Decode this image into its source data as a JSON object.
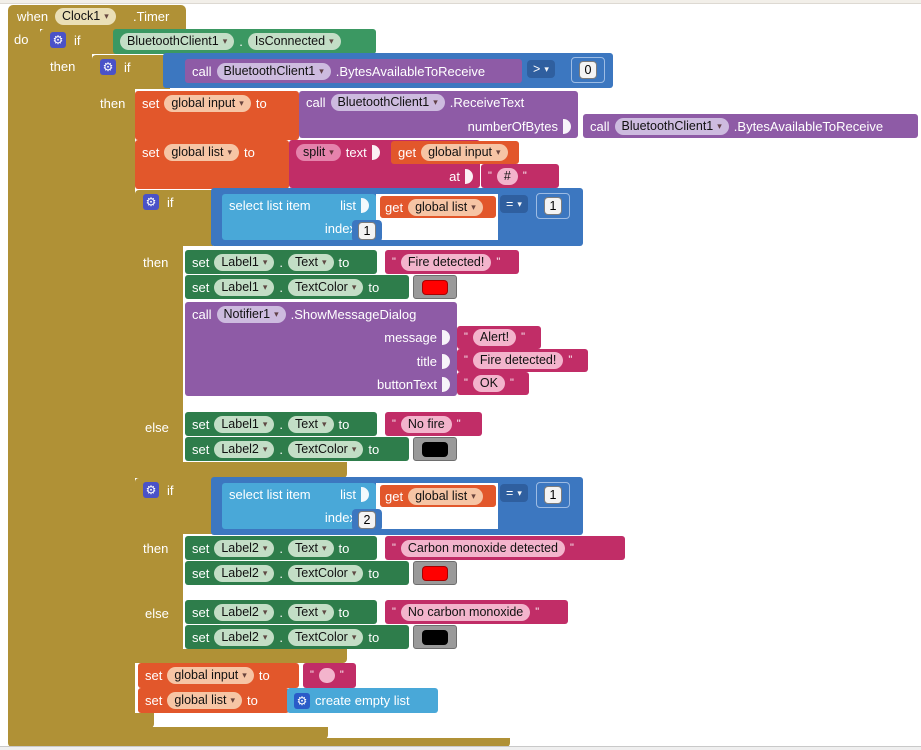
{
  "keywords": {
    "when": "when",
    "do": "do",
    "if": "if",
    "then": "then",
    "else": "else",
    "set": "set",
    "to": "to",
    "call": "call",
    "get": "get",
    "split": "split",
    "text": "text",
    "at": "at",
    "select_list_item": "select list item",
    "list": "list",
    "index": "index",
    "message": "message",
    "title": "title",
    "buttonText": "buttonText",
    "numberOfBytes": "numberOfBytes",
    "create_empty_list": "create empty list",
    "quote": "\"",
    "dot": "."
  },
  "icons": {
    "gear": "⚙",
    "dropdown": "▾"
  },
  "components": {
    "clock": "Clock1",
    "bluetooth": "BluetoothClient1",
    "notifier": "Notifier1",
    "label1": "Label1",
    "label2": "Label2"
  },
  "events": {
    "timer": ".Timer"
  },
  "methods": {
    "receive_text": ".ReceiveText",
    "bytes_available": ".BytesAvailableToReceive",
    "show_message_dialog": ".ShowMessageDialog"
  },
  "properties": {
    "is_connected": "IsConnected",
    "text": "Text",
    "text_color": "TextColor"
  },
  "variables": {
    "input": "global input",
    "list": "global list"
  },
  "operators": {
    "gt": ">",
    "eq": "="
  },
  "numbers": {
    "zero": "0",
    "one": "1",
    "two": "2"
  },
  "strings": {
    "hash": "#",
    "fire": "Fire detected!",
    "no_fire": "No fire",
    "co": "Carbon monoxide detected",
    "no_co": "No carbon monoxide",
    "alert": "Alert!",
    "ok": "OK",
    "empty": ""
  },
  "colors": {
    "control_gold": "#B09136",
    "variables_orange": "#E2572B",
    "text_magenta": "#C12D67",
    "math_blue": "#3C77C0",
    "lists_blue": "#49A8D8",
    "setter_green": "#2E7D4B",
    "getter_green": "#3B9862",
    "call_purple": "#8E5BA6",
    "color_block_gray": "#9A9A9A",
    "swatch_red": "#FF0000",
    "swatch_black": "#000000",
    "gear_blue": "#4A52C8"
  }
}
